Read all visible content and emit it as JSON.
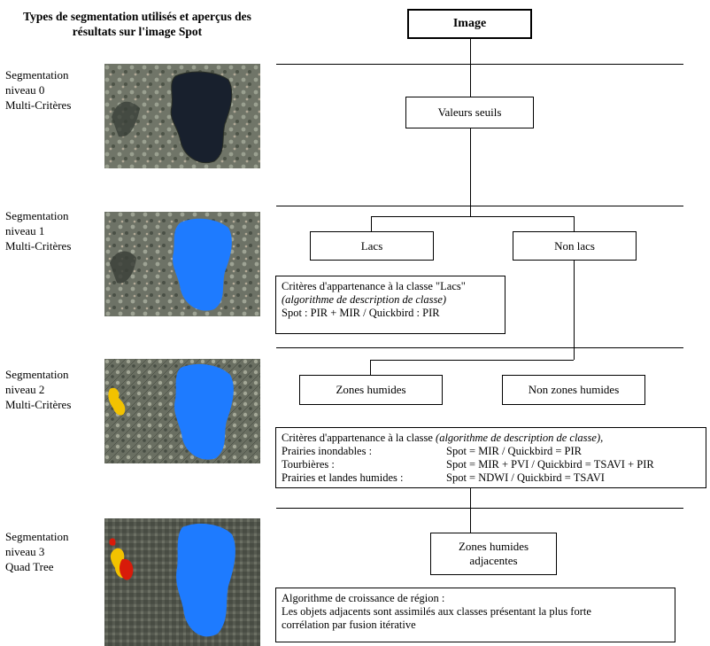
{
  "title_line1": "Types de segmentation utilisés et aperçus des",
  "title_line2": "résultats sur l'image Spot",
  "segmentations": [
    {
      "line1": "Segmentation",
      "line2": "niveau 0",
      "line3": "Multi-Critères"
    },
    {
      "line1": "Segmentation",
      "line2": "niveau 1",
      "line3": "Multi-Critères"
    },
    {
      "line1": "Segmentation",
      "line2": "niveau 2",
      "line3": "Multi-Critères"
    },
    {
      "line1": "Segmentation",
      "line2": "niveau 3",
      "line3": "Quad Tree"
    }
  ],
  "nodes": {
    "image": "Image",
    "valeurs_seuils": "Valeurs seuils",
    "lacs": "Lacs",
    "non_lacs": "Non lacs",
    "zones_humides": "Zones humides",
    "non_zones_humides": "Non zones humides",
    "zones_humides_adjacentes_1": "Zones humides",
    "zones_humides_adjacentes_2": "adjacentes"
  },
  "desc_lacs": {
    "line1": "Critères d'appartenance à la classe \"Lacs\"",
    "line2": "(algorithme de description de classe)",
    "line3": "Spot : PIR + MIR / Quickbird : PIR"
  },
  "desc_zh": {
    "line1_a": "Critères d'appartenance à la classe ",
    "line1_b": "(algorithme de description de classe),",
    "rows": [
      {
        "label": "Prairies inondables :",
        "value": "Spot = MIR / Quickbird = PIR"
      },
      {
        "label": "Tourbières :",
        "value": "Spot = MIR + PVI / Quickbird = TSAVI + PIR"
      },
      {
        "label": "Prairies et landes humides :",
        "value": "Spot = NDWI / Quickbird = TSAVI"
      }
    ]
  },
  "desc_croissance": {
    "line1": "Algorithme de croissance de région :",
    "line2": "Les objets adjacents sont assimilés aux classes présentant la plus forte",
    "line3": "corrélation par fusion itérative"
  },
  "colors": {
    "lake_dark": "#1a2433",
    "lake_blue": "#1e7bff",
    "terrain": "#6f7466",
    "wetland_yellow": "#f2c200",
    "wetland_red": "#d81b0a"
  }
}
